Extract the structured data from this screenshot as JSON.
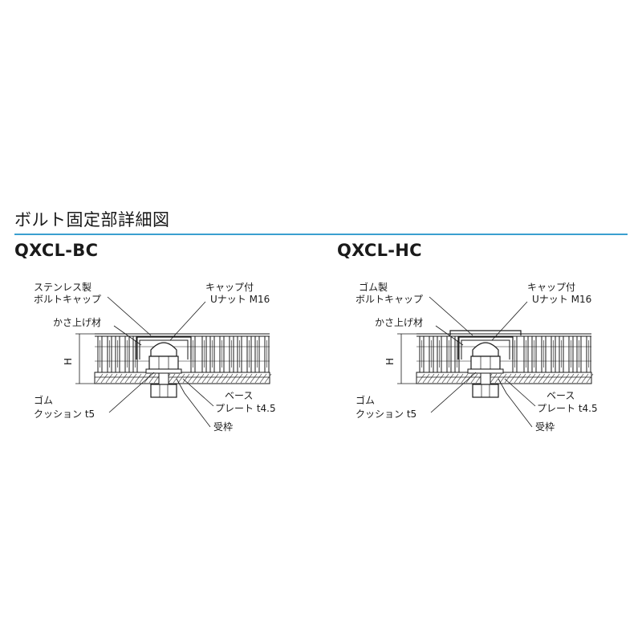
{
  "section": {
    "title": "ボルト固定部詳細図"
  },
  "colors": {
    "accent_rule": "#3aa0d0",
    "line": "#1a1a1a",
    "hatch": "#555555"
  },
  "diagrams": [
    {
      "model": "QXCL-BC",
      "labels": {
        "cap_material_1": "ステンレス製",
        "cap_material_2": "ボルトキャップ",
        "nut_1": "キャップ付",
        "nut_2": "Uナット M16",
        "raise": "かさ上げ材",
        "height": "H",
        "cushion_1": "ゴム",
        "cushion_2": "クッション t5",
        "base_1": "ベース",
        "base_2": "プレート t4.5",
        "frame": "受枠"
      }
    },
    {
      "model": "QXCL-HC",
      "labels": {
        "cap_material_1": "ゴム製",
        "cap_material_2": "ボルトキャップ",
        "nut_1": "キャップ付",
        "nut_2": "Uナット M16",
        "raise": "かさ上げ材",
        "height": "H",
        "cushion_1": "ゴム",
        "cushion_2": "クッション t5",
        "base_1": "ベース",
        "base_2": "プレート t4.5",
        "frame": "受枠"
      }
    }
  ]
}
